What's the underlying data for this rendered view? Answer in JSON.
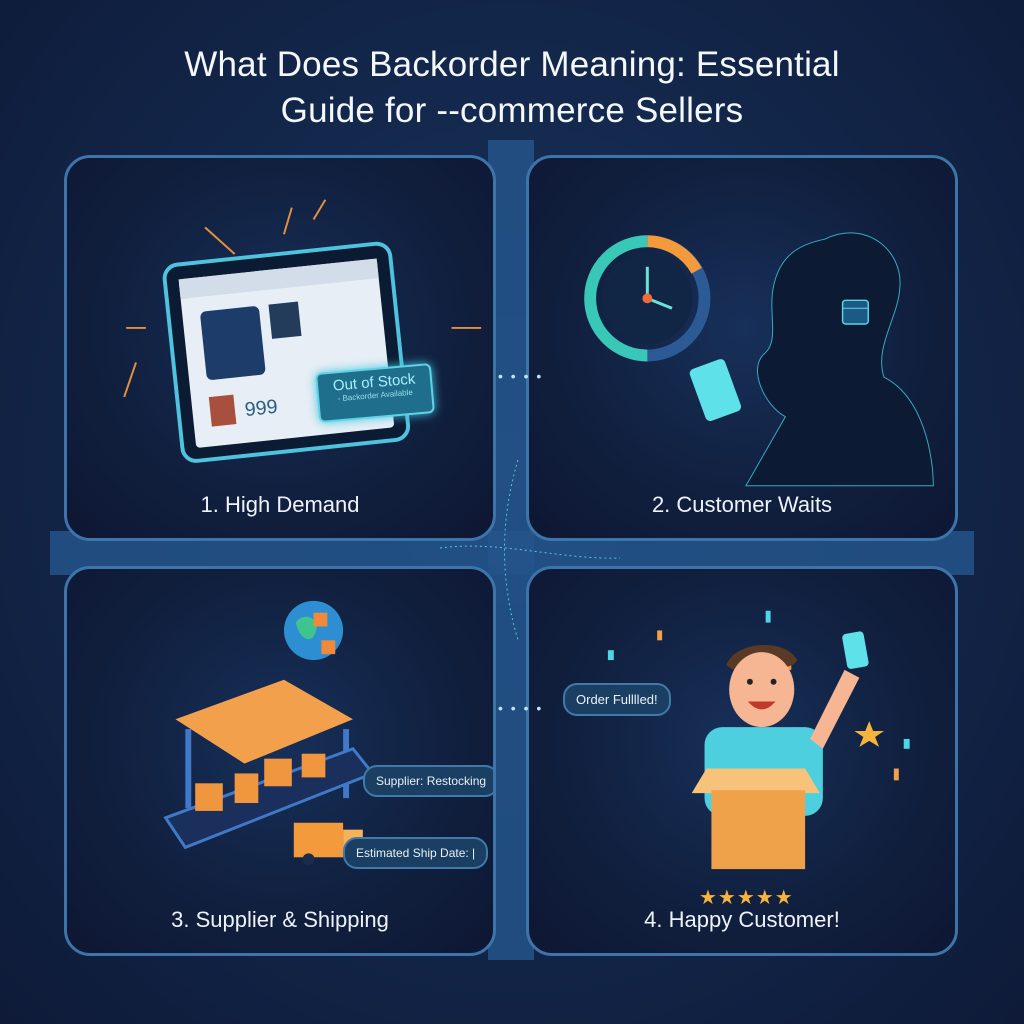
{
  "title": {
    "line1": "What Does Backorder Meaning: Essential",
    "line2": "Guide for --commerce Sellers"
  },
  "panels": [
    {
      "caption": "1. High Demand",
      "illustration": "tablet-storefront",
      "badge": {
        "label": "Out of Stock",
        "sublabel": "- Backorder Available"
      },
      "price": "999"
    },
    {
      "caption": "2. Customer Waits",
      "illustration": "customer-silhouette-with-clock",
      "icons": [
        "clock-icon",
        "phone-icon",
        "calendar-icon"
      ]
    },
    {
      "caption": "3. Supplier & Shipping",
      "illustration": "warehouse-conveyor-truck",
      "bubbles": [
        "Supplier: Restocking",
        "Estimated Ship Date: |"
      ]
    },
    {
      "caption": "4. Happy Customer!",
      "illustration": "happy-customer-with-box",
      "bubble": "Order Fulllled!",
      "rating": "★★★★★"
    }
  ],
  "connectors": {
    "dots": "• • • •"
  },
  "colors": {
    "background": "#142a4f",
    "panel_border": "#3d74aa",
    "accent_orange": "#f39a3d",
    "accent_cyan": "#4fd6e3"
  }
}
